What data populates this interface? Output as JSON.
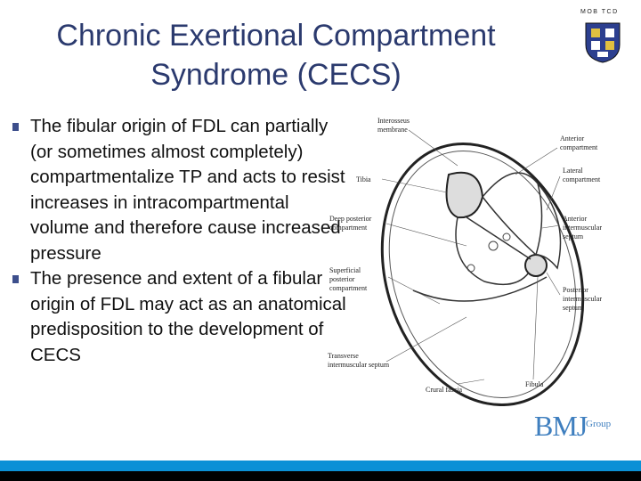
{
  "slide": {
    "title_line1": "Chronic Exertional Compartment",
    "title_line2": "Syndrome (CECS)",
    "brand_text": "MOB TCD",
    "bullets": [
      "The fibular origin of FDL can partially (or sometimes almost completely) compartmentalize TP and acts to resist increases in intracompartmental volume and therefore cause increased pressure",
      "The presence and extent of a fibular origin of FDL may act as an anatomical predisposition to the development of CECS"
    ],
    "colors": {
      "title": "#2b3a6e",
      "bar_blue": "#0b90d6",
      "bar_black": "#000000",
      "logo": "#3f7fbf"
    }
  },
  "diagram": {
    "labels": {
      "interosseus_1": "Interosseus",
      "interosseus_2": "membrane",
      "anterior_1": "Anterior",
      "anterior_2": "compartment",
      "lateral_1": "Lateral",
      "lateral_2": "compartment",
      "tibia": "Tibia",
      "deep_1": "Deep posterior",
      "deep_2": "compartment",
      "ant_inter_1": "Anterior",
      "ant_inter_2": "intermuscular",
      "ant_inter_3": "septum",
      "superficial_1": "Superficial",
      "superficial_2": "posterior",
      "superficial_3": "compartment",
      "post_inter_1": "Posterior",
      "post_inter_2": "intermuscular",
      "post_inter_3": "septum",
      "transverse_1": "Transverse",
      "transverse_2": "intermuscular septum",
      "crural": "Crural fascia",
      "fibula": "Fibula"
    }
  },
  "logo": {
    "main": "BMJ",
    "sub": "Group"
  }
}
